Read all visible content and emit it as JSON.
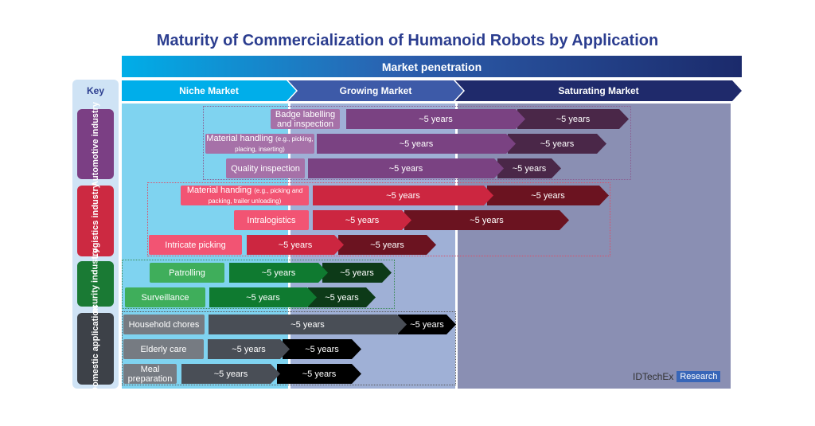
{
  "title": "Maturity of Commercialization of Humanoid Robots by Application",
  "market_penetration": "Market penetration",
  "phases": [
    "Niche Market",
    "Growing Market",
    "Saturating Market"
  ],
  "key_label": "Key",
  "categories": [
    {
      "name": "Automotive industry",
      "color": "#7b3f84"
    },
    {
      "name": "Logistics industry",
      "color": "#cc2941"
    },
    {
      "name": "Security industry",
      "color": "#1a7a34"
    },
    {
      "name": "Domestic application",
      "color": "#3d4148"
    }
  ],
  "rows": [
    {
      "label": "Badge labelling and inspection",
      "sub": "",
      "bar1": "~5 years",
      "bar2": "~5 years"
    },
    {
      "label": "Material handling",
      "sub": "(e.g., picking, placing, inserting)",
      "bar1": "~5 years",
      "bar2": "~5 years"
    },
    {
      "label": "Quality inspection",
      "sub": "",
      "bar1": "~5 years",
      "bar2": "~5 years"
    },
    {
      "label": "Material handing",
      "sub": "(e.g., picking and packing, trailer unloading)",
      "bar1": "~5 years",
      "bar2": "~5 years"
    },
    {
      "label": "Intralogistics",
      "sub": "",
      "bar1": "~5 years",
      "bar2": "~5 years"
    },
    {
      "label": "Intricate picking",
      "sub": "",
      "bar1": "~5 years",
      "bar2": "~5 years"
    },
    {
      "label": "Patrolling",
      "sub": "",
      "bar1": "~5 years",
      "bar2": "~5 years"
    },
    {
      "label": "Surveillance",
      "sub": "",
      "bar1": "~5 years",
      "bar2": "~5 years"
    },
    {
      "label": "Household chores",
      "sub": "",
      "bar1": "~5 years",
      "bar2": "~5 years"
    },
    {
      "label": "Elderly care",
      "sub": "",
      "bar1": "~5 years",
      "bar2": "~5 years"
    },
    {
      "label": "Meal preparation",
      "sub": "",
      "bar1": "~5 years",
      "bar2": "~5 years"
    }
  ],
  "logo": {
    "brand": "IDTechEx",
    "tag": "Research"
  }
}
